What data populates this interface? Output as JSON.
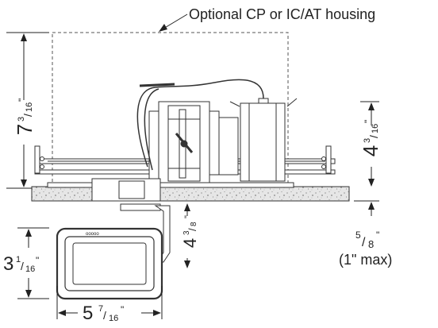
{
  "callout": {
    "label": "Optional CP or IC/AT housing"
  },
  "dimensions": {
    "housing_height": {
      "whole": "7",
      "num": "3",
      "den": "16",
      "mark": "\""
    },
    "fixture_height": {
      "whole": "4",
      "num": "3",
      "den": "16",
      "mark": "\""
    },
    "ceiling_thickness": {
      "num": "5",
      "den": "8",
      "mark": "\"",
      "note": "(1\" max)"
    },
    "bracket_drop": {
      "whole": "4",
      "num": "3",
      "den": "8",
      "mark": "\""
    },
    "driver_height": {
      "whole": "3",
      "num": "1",
      "den": "16",
      "mark": "\""
    },
    "driver_width": {
      "whole": "5",
      "num": "7",
      "den": "16",
      "mark": "\""
    }
  },
  "brand_mark": "ooooo"
}
